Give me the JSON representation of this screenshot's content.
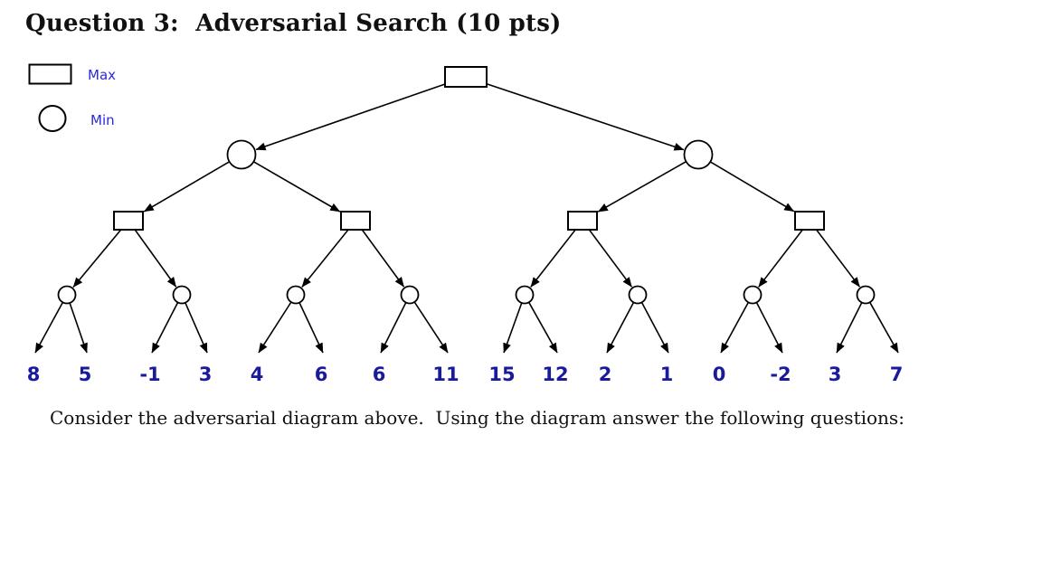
{
  "title": "Question 3:  Adversarial Search (10 pts)",
  "instruction": "Consider the adversarial diagram above.  Using the diagram answer the following questions:",
  "legend": {
    "max_label": "Max",
    "min_label": "Min"
  },
  "colors": {
    "heading_text": "#111111",
    "legend_label_blue": "#2b2bd5",
    "leaf_value_blue": "#1a1a9c",
    "diagram_line": "#000000",
    "node_fill": "#ffffff"
  },
  "chart_data": {
    "type": "tree",
    "title": "Minimax (adversarial search) game tree",
    "branching_factor": 2,
    "levels": [
      {
        "depth": 0,
        "node_type": "max",
        "shape": "square",
        "count": 1
      },
      {
        "depth": 1,
        "node_type": "min",
        "shape": "circle",
        "count": 2
      },
      {
        "depth": 2,
        "node_type": "max",
        "shape": "square",
        "count": 4
      },
      {
        "depth": 3,
        "node_type": "min",
        "shape": "circle",
        "count": 8
      }
    ],
    "leaf_values": [
      8,
      5,
      -1,
      3,
      4,
      6,
      6,
      11,
      15,
      12,
      2,
      1,
      0,
      -2,
      3,
      7
    ]
  }
}
